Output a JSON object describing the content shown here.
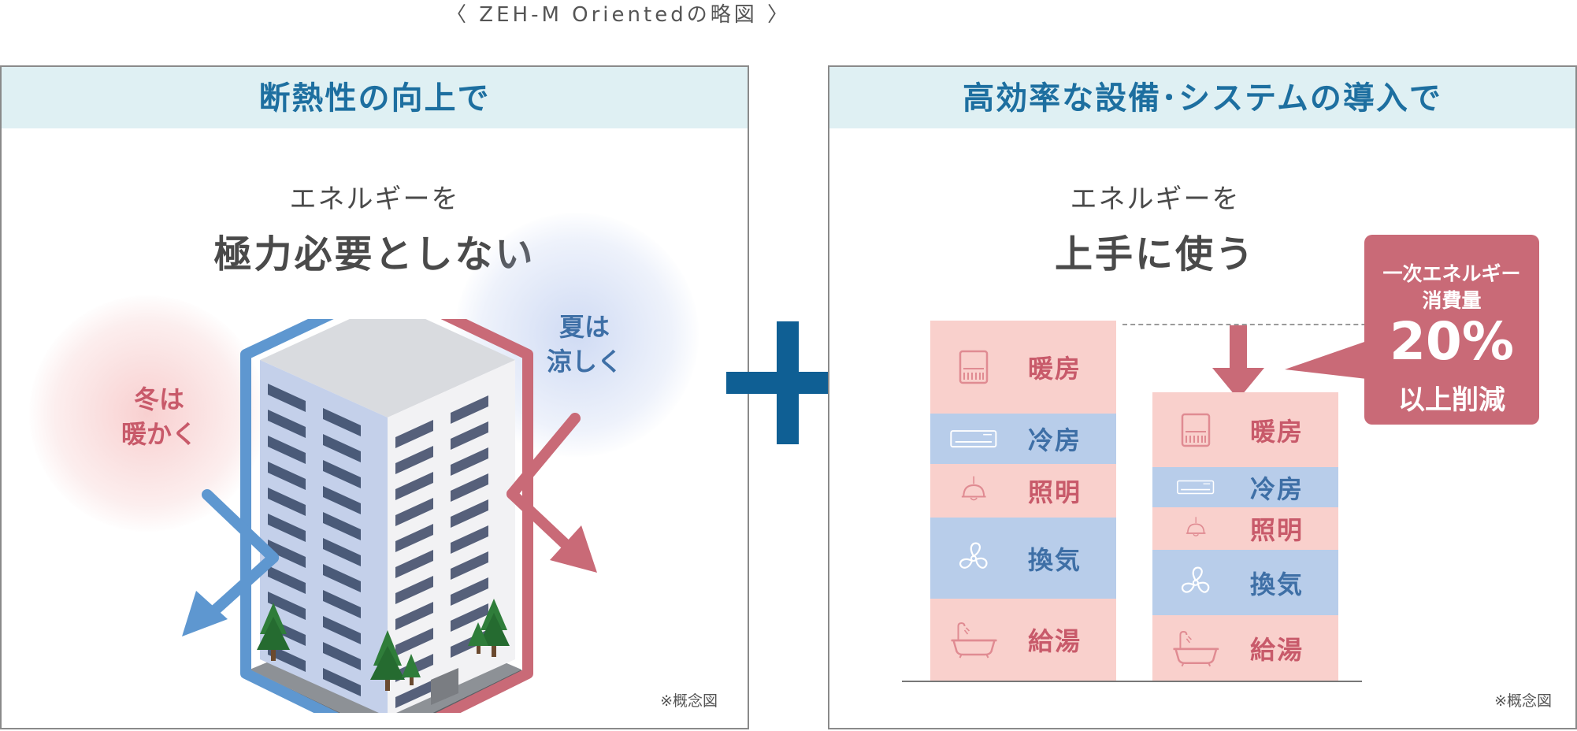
{
  "title": "〈 ZEH-M Orientedの略図 〉",
  "left_panel": {
    "heading": "断熱性の向上で",
    "line1": "エネルギーを",
    "line2": "極力必要としない",
    "winter_line1": "冬は",
    "winter_line2": "暖かく",
    "summer_line1": "夏は",
    "summer_line2": "涼しく",
    "note": "※概念図"
  },
  "right_panel": {
    "heading": "高効率な設備･システムの導入で",
    "line1": "エネルギーを",
    "line2": "上手に使う",
    "note": "※概念図",
    "callout": {
      "line1": "一次エネルギー",
      "line2": "消費量",
      "value": "20%",
      "line3": "以上削減"
    }
  },
  "chart_data": {
    "type": "bar",
    "title": "",
    "stacked": true,
    "categories": [
      "",
      ""
    ],
    "series": [
      {
        "name": "給湯",
        "values": [
          100,
          80
        ]
      },
      {
        "name": "換気",
        "values": [
          100,
          80
        ]
      },
      {
        "name": "照明",
        "values": [
          100,
          80
        ]
      },
      {
        "name": "冷房",
        "values": [
          100,
          80
        ]
      },
      {
        "name": "暖房",
        "values": [
          100,
          80
        ]
      }
    ]
  },
  "icons": {
    "heater": "heater-icon",
    "aircon": "air-conditioner-icon",
    "lamp": "pendant-lamp-icon",
    "fan": "fan-icon",
    "bath": "bathtub-icon",
    "plus": "plus-icon",
    "building": "building-illustration"
  },
  "colors": {
    "heading_text": "#1d6fa0",
    "heading_bg": "#dff0f3",
    "warm": "#c96a77",
    "cool": "#5e97d0",
    "segment_pink": "#f9d0cc",
    "segment_blue": "#b8cdea",
    "plus": "#0f5f94"
  }
}
